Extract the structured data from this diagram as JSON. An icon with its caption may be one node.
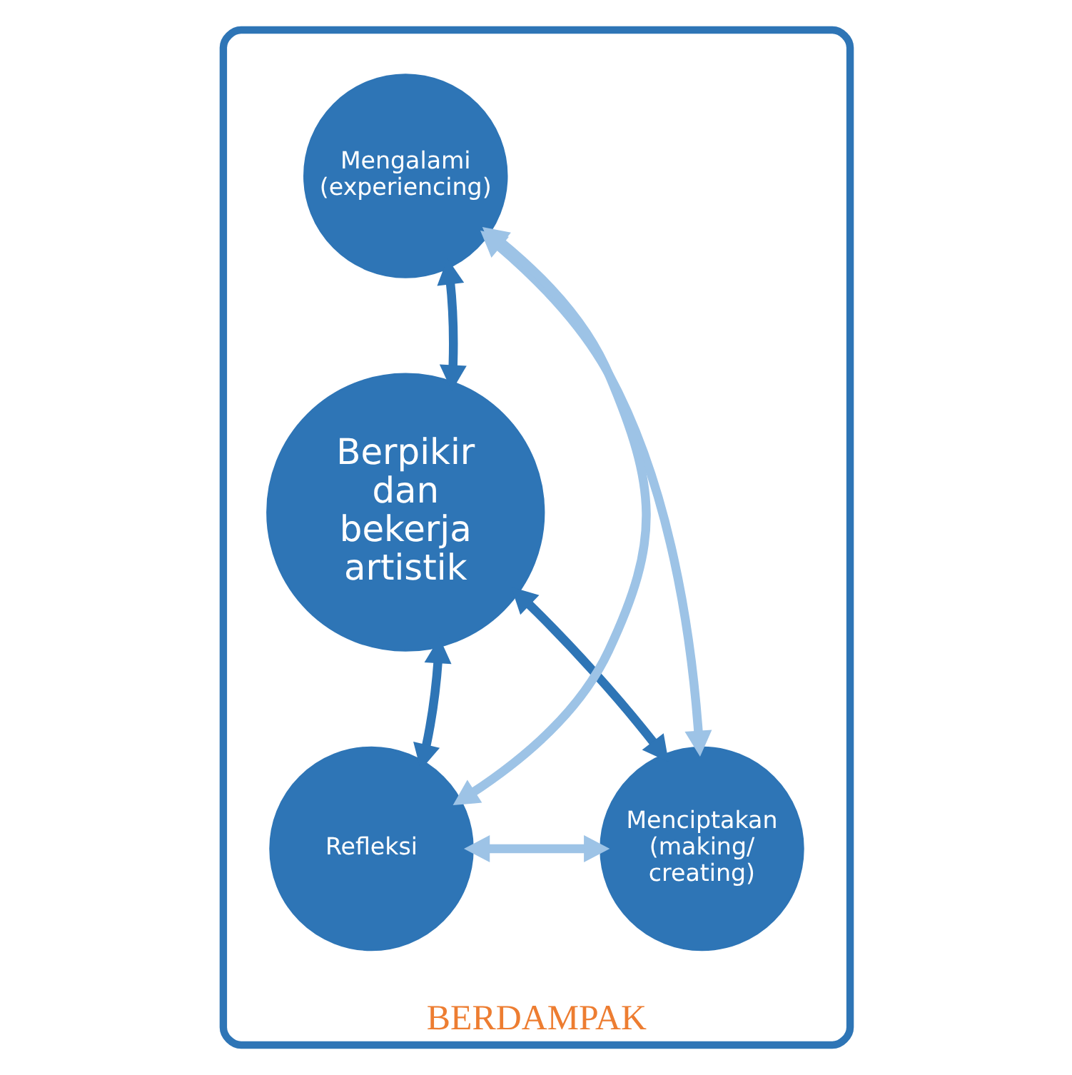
{
  "diagram": {
    "nodes": [
      {
        "text": [
          "BERDAMPAK"
        ]
      },
      {
        "text": [
          "Mengalami (experiencing)"
        ],
        "in": 0
      },
      {
        "text": [
          "Berpikir dan bekerja artistik"
        ],
        "in": 0
      },
      {
        "text": [
          "Refleksi"
        ],
        "in": 0
      },
      {
        "text": [
          "Menciptakan (making/ creating)"
        ],
        "in": 0
      }
    ],
    "edges": [
      {
        "from": 3,
        "to": 1,
        "arrow": "both"
      },
      {
        "from": 1,
        "to": 4,
        "arrow": "both"
      },
      {
        "from": 3,
        "to": 4,
        "arrow": "both"
      },
      {
        "from": 2,
        "to": 1,
        "arrow": "both",
        "color": "#2e75b6"
      },
      {
        "from": 2,
        "to": 3,
        "arrow": "both",
        "color": "#2e75b6"
      },
      {
        "from": 2,
        "to": 4,
        "arrow": "both",
        "color": "#2e75b6"
      }
    ]
  }
}
